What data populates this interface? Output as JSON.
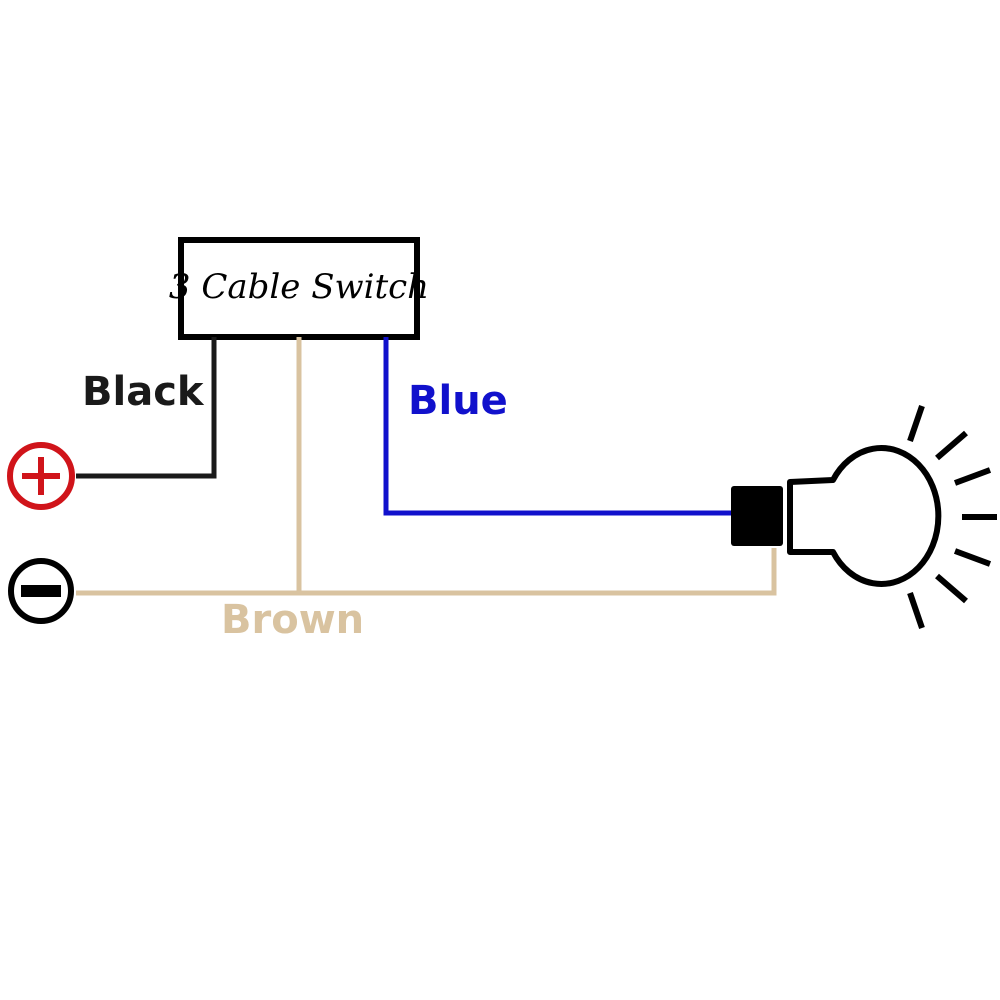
{
  "switch": {
    "label": "3 Cable Switch"
  },
  "wires": {
    "black": {
      "label": "Black",
      "color": "#1a1a1a"
    },
    "blue": {
      "label": "Blue",
      "color": "#1111cc"
    },
    "brown": {
      "label": "Brown",
      "color": "#d9c3a0"
    }
  },
  "terminals": {
    "positive": {
      "symbol": "plus-icon",
      "color": "#d0141a"
    },
    "negative": {
      "symbol": "minus-icon",
      "color": "#000000"
    }
  },
  "lamp": {
    "icon": "light-bulb-icon"
  }
}
